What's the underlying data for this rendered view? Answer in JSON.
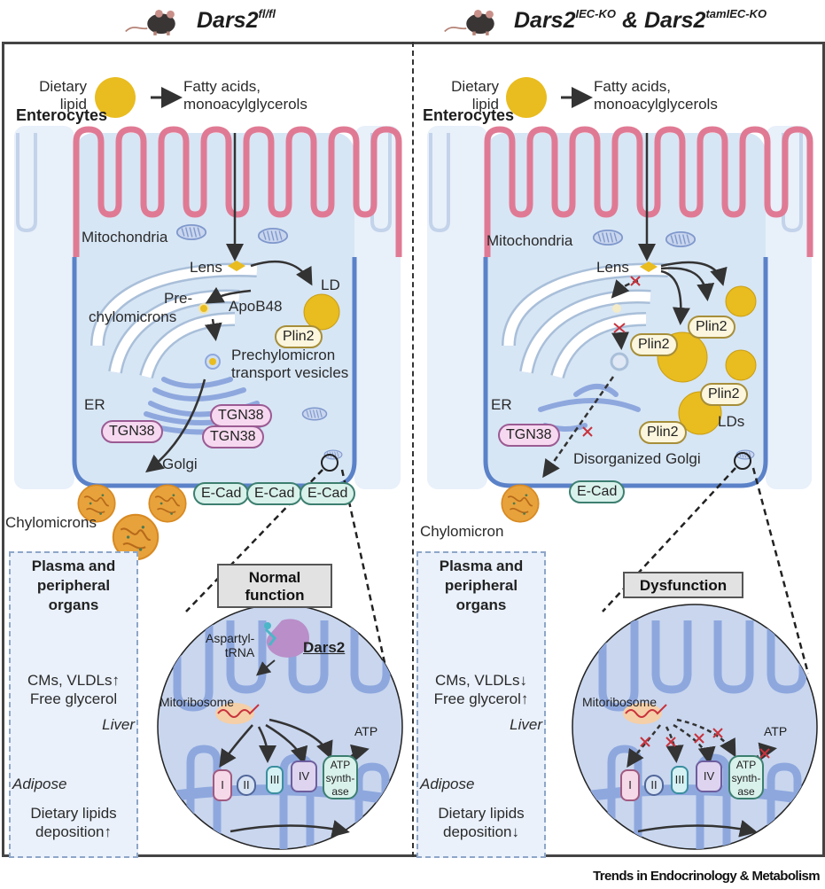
{
  "panels": [
    {
      "id": "control",
      "title_main": "Dars2",
      "title_sup": "fl/fl",
      "dietary_lipid": "Dietary\nlipid",
      "dietary_lipid_l1": "Dietary",
      "dietary_lipid_l2": "lipid",
      "fatty_acids_l1": "Fatty acids,",
      "fatty_acids_l2": "monoacylglycerols",
      "enterocytes": "Enterocytes",
      "mitochondria": "Mitochondria",
      "lens": "Lens",
      "ld": "LD",
      "pre_l1": "Pre-",
      "pre_l2": "chylomicrons",
      "apob48": "ApoB48",
      "plin2": [
        "Plin2"
      ],
      "vesicle_l1": "Prechylomicron",
      "vesicle_l2": "transport vesicles",
      "er": "ER",
      "tgn38": [
        "TGN38",
        "TGN38",
        "TGN38"
      ],
      "golgi": "Golgi",
      "ecad": [
        "E-Cad",
        "E-Cad",
        "E-Cad"
      ],
      "chylomicrons": "Chylomicrons",
      "organs": {
        "title_l1": "Plasma and",
        "title_l2": "peripheral",
        "title_l3": "organs",
        "plasma_l1": "CMs, VLDLs↑",
        "plasma_l2": "Free glycerol",
        "liver": "Liver",
        "adipose": "Adipose",
        "deposition_l1": "Dietary lipids",
        "deposition_l2": "deposition↑"
      },
      "function_l1": "Normal",
      "function_l2": "function",
      "aspartyl_l1": "Aspartyl-",
      "aspartyl_l2": "tRNA",
      "dars2": "Dars2",
      "mitoribosome": "Mitoribosome",
      "atp": "ATP",
      "complexes": [
        "I",
        "II",
        "III",
        "IV"
      ],
      "atp_synthase_l1": "ATP",
      "atp_synthase_l2": "synth-",
      "atp_synthase_l3": "ase"
    },
    {
      "id": "knockout",
      "title_main_a": "Dars2",
      "title_sup_a": "IEC-KO",
      "title_amp": "&",
      "title_main_b": "Dars2",
      "title_sup_b": "tamIEC-KO",
      "dietary_lipid_l1": "Dietary",
      "dietary_lipid_l2": "lipid",
      "fatty_acids_l1": "Fatty acids,",
      "fatty_acids_l2": "monoacylglycerols",
      "enterocytes": "Enterocytes",
      "mitochondria": "Mitochondria",
      "lens": "Lens",
      "plin2": [
        "Plin2",
        "Plin2",
        "Plin2",
        "Plin2"
      ],
      "lds": "LDs",
      "er": "ER",
      "tgn38": [
        "TGN38"
      ],
      "golgi": "Disorganized Golgi",
      "ecad": [
        "E-Cad"
      ],
      "chylomicrons": "Chylomicron",
      "organs": {
        "title_l1": "Plasma and",
        "title_l2": "peripheral",
        "title_l3": "organs",
        "plasma_l1": "CMs, VLDLs↓",
        "plasma_l2": "Free glycerol↑",
        "liver": "Liver",
        "adipose": "Adipose",
        "deposition_l1": "Dietary lipids",
        "deposition_l2": "deposition↓"
      },
      "function_l1": "Dysfunction",
      "mitoribosome": "Mitoribosome",
      "atp": "ATP",
      "complexes": [
        "I",
        "II",
        "III",
        "IV"
      ],
      "atp_synthase_l1": "ATP",
      "atp_synthase_l2": "synth-",
      "atp_synthase_l3": "ase"
    }
  ],
  "footer": "Trends in Endocrinology & Metabolism",
  "icons": [
    "mouse-icon",
    "lipid-droplet-icon",
    "mitochondrion-icon",
    "chylomicron-icon",
    "blood-vessel-icon",
    "liver-icon",
    "adipose-icon",
    "magnifier-icon",
    "inhibition-cross-icon"
  ],
  "colors": {
    "lipid_yellow": "#e9bc1f",
    "microvilli_pink": "#e07a94",
    "membrane_blue": "#5b82c8",
    "cytoplasm": "#d7e6f5",
    "chylomicron_orange": "#e8a23c",
    "block_red": "#c8323c"
  }
}
